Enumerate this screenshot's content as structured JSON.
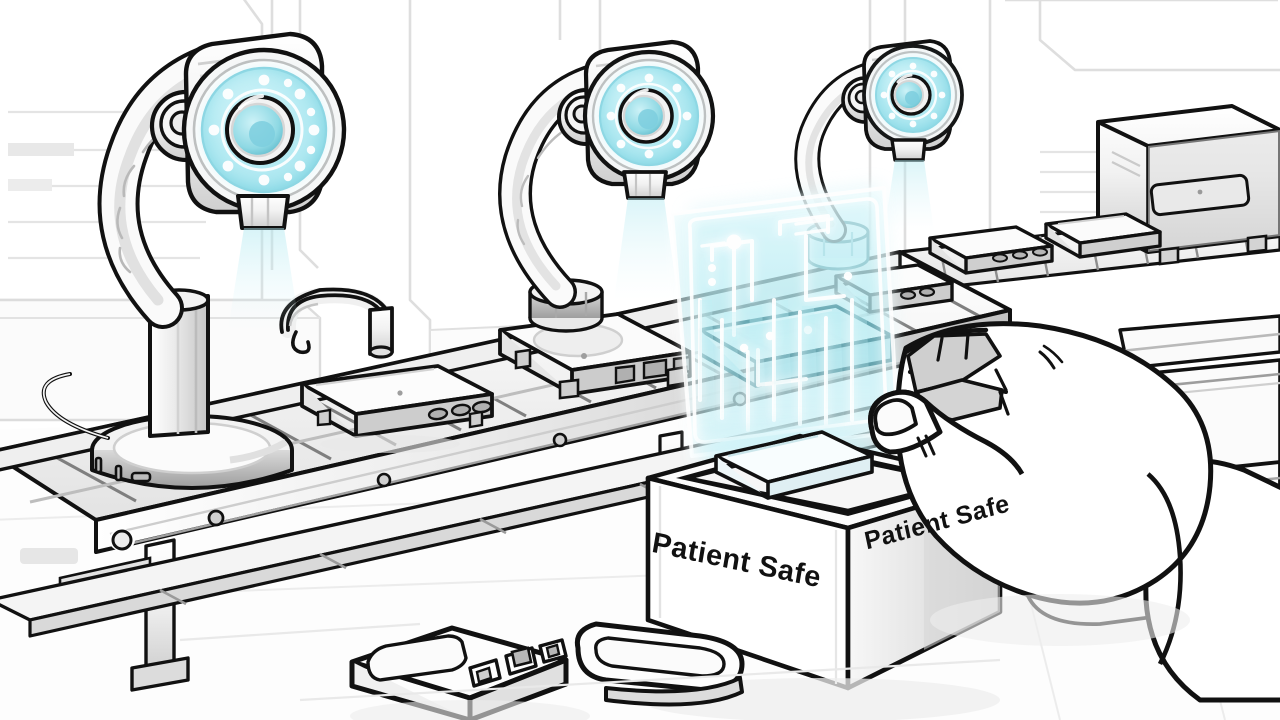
{
  "scene": {
    "title": "Automated medical device inspection and packaging line",
    "style": "black-outline cartoon line art, white background, cyan accents",
    "background_color": "#ffffff",
    "outline_color": "#111111",
    "metal_light": "#f4f4f4",
    "metal_mid": "#d8d8d8",
    "metal_dark": "#a9a9a9",
    "accent_cyan": "#8fe3ec",
    "accent_cyan_light": "#cdf2f6",
    "accent_cyan_deep": "#4fb9c9",
    "faint_line": "#dcdcdc"
  },
  "packaging_box": {
    "name": "Patient Safe shipping box",
    "front_label": "Patient Safe",
    "side_label": "Patient Safe",
    "state": "open, device being lowered in"
  },
  "inspection_arms": [
    {
      "id": "arm-1",
      "label": "Inspection camera arm 1",
      "lens_state": "on",
      "lens_color": "#a8e8ee",
      "led_count": 12
    },
    {
      "id": "arm-2",
      "label": "Inspection camera arm 2",
      "lens_state": "on",
      "lens_color": "#a8e8ee",
      "led_count": 12
    },
    {
      "id": "arm-3",
      "label": "Inspection camera arm 3",
      "lens_state": "on",
      "lens_color": "#a8e8ee",
      "led_count": 12
    }
  ],
  "hologram": {
    "label": "Holographic scan projection",
    "color": "#9fe7ef",
    "trace_color": "#ffffff",
    "node_count": 7,
    "beam_count": 8
  },
  "conveyor": {
    "label": "Slatted roller conveyor",
    "slat_count": 18,
    "leg_count": 3
  },
  "devices_on_conveyor": [
    {
      "id": "device-1",
      "label": "Medical device unit",
      "buttons": 3
    },
    {
      "id": "device-2",
      "label": "Medical device unit",
      "buttons": 3
    },
    {
      "id": "device-3",
      "label": "Medical device unit",
      "buttons": 3
    },
    {
      "id": "device-4",
      "label": "Medical device unit",
      "buttons": 3
    },
    {
      "id": "device-5",
      "label": "Medical device unit being scanned",
      "buttons": 3
    },
    {
      "id": "device-6",
      "label": "Medical device unit entering box",
      "buttons": 0
    }
  ],
  "machine_box": {
    "label": "Processing machine enclosure",
    "has_display_panel": true
  },
  "hand": {
    "label": "Operator hand placing device",
    "side": "right"
  },
  "foreground_items": [
    {
      "id": "fg-device",
      "label": "Handheld medical device",
      "buttons": 4
    },
    {
      "id": "fg-stylus",
      "label": "Stylus / probe"
    }
  ]
}
